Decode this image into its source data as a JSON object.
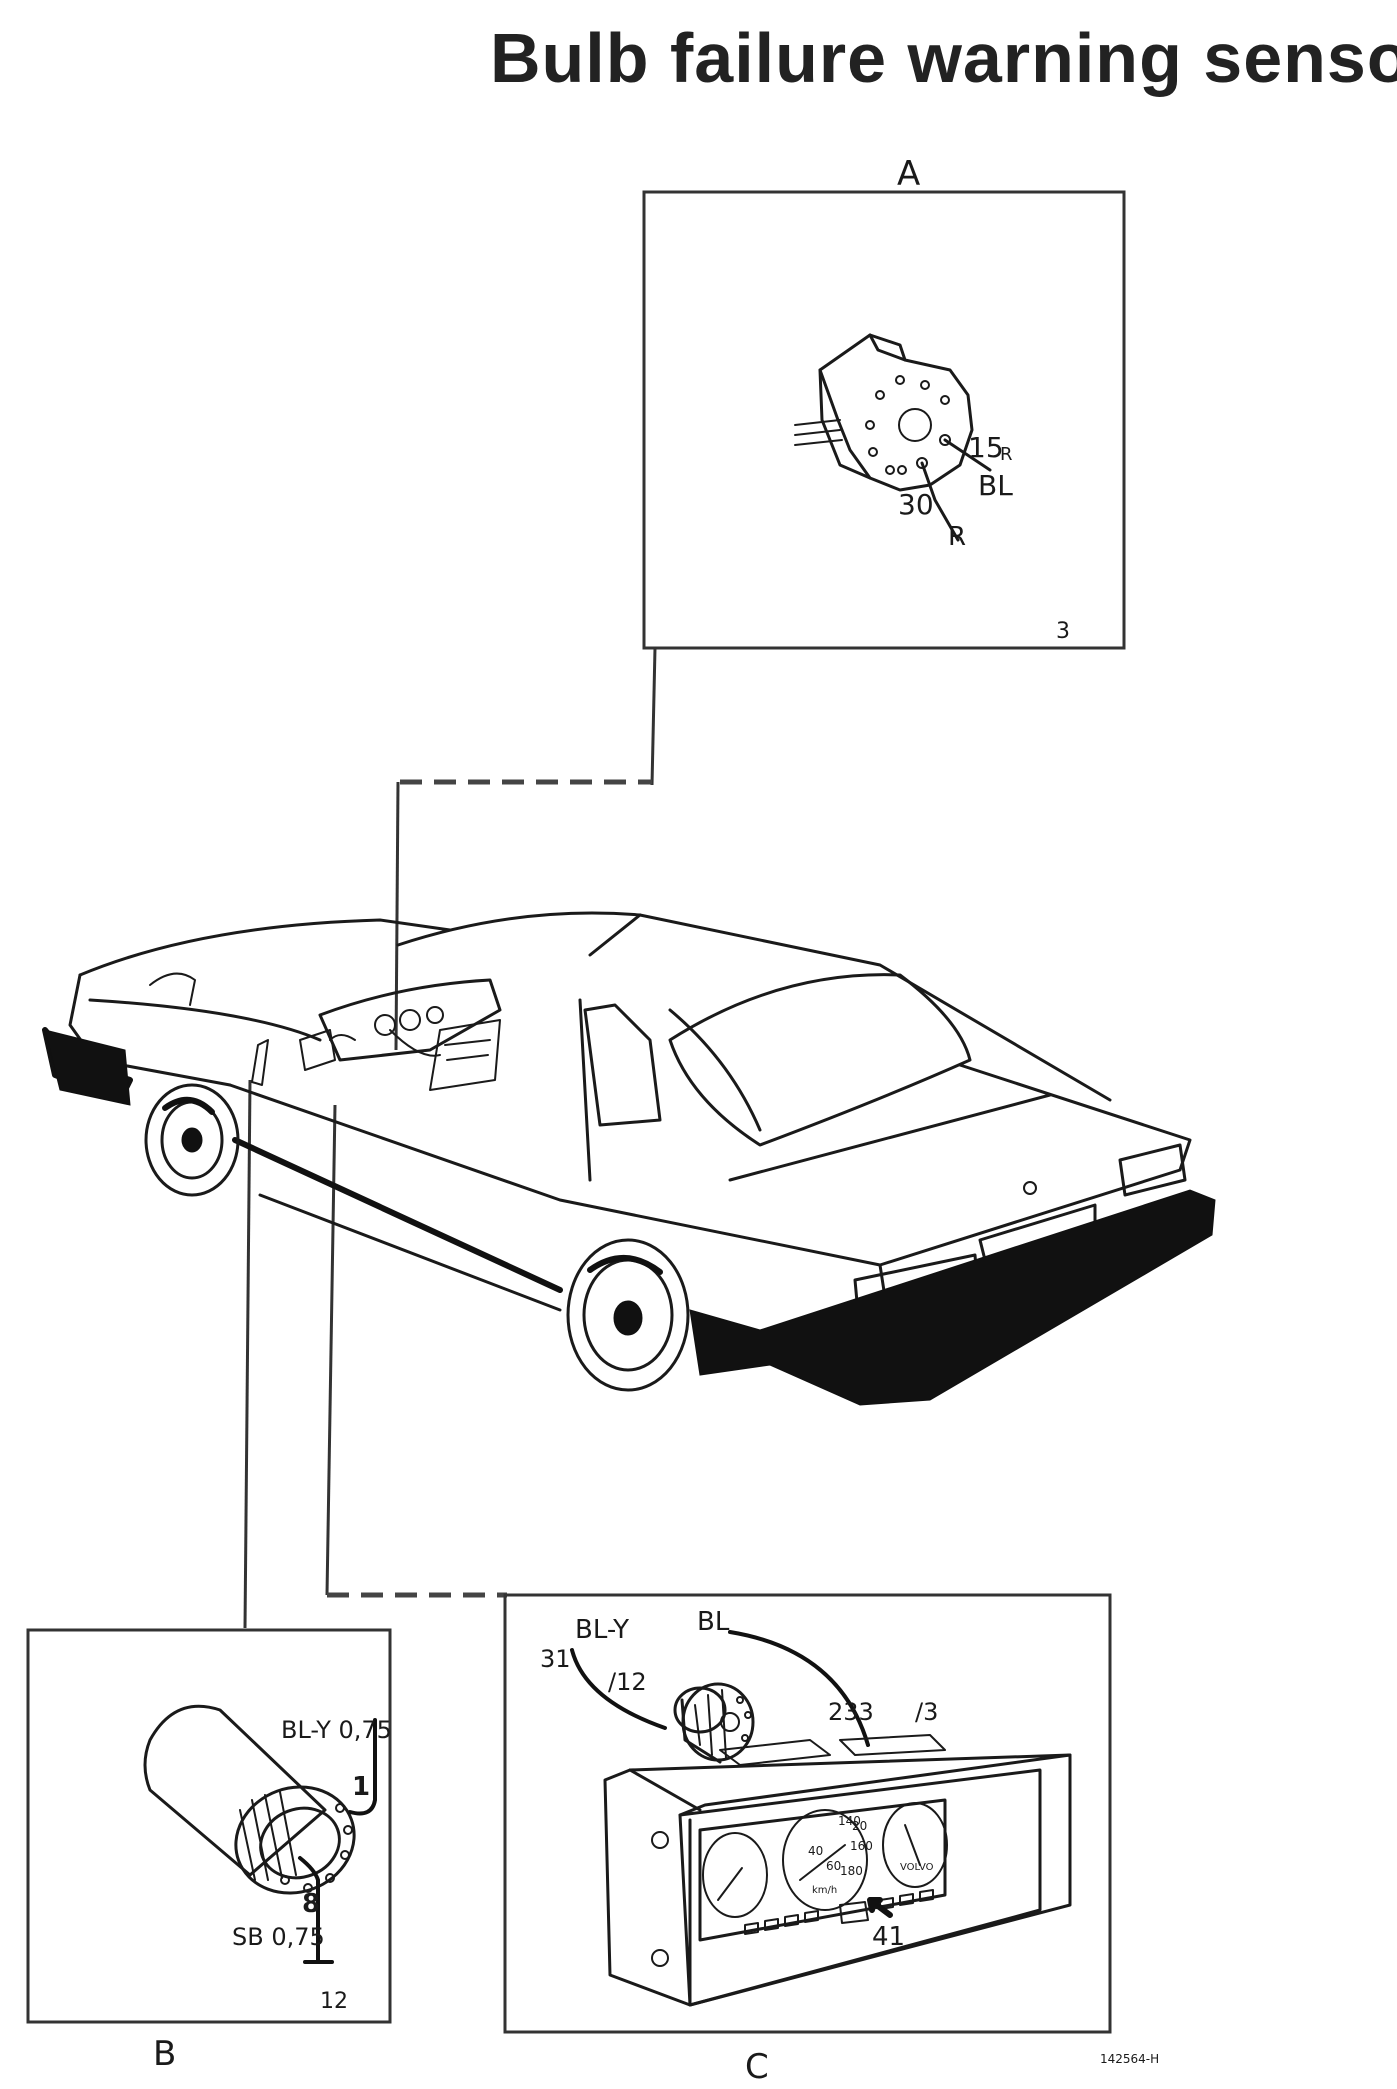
{
  "title": "Bulb failure warning sensor",
  "panel_a": {
    "label": "A",
    "pins": {
      "p15": "15",
      "p15_color": "R",
      "p15_wire": "BL",
      "p30": "30",
      "p30_wire": "R"
    },
    "corner": "3"
  },
  "panel_b": {
    "label": "B",
    "wire_top": "BL-Y 0,75",
    "pin_1": "1",
    "pin_8": "8",
    "wire_bottom": "SB 0,75",
    "corner": "12"
  },
  "panel_c": {
    "label": "C",
    "wire_bly": "BL-Y",
    "wire_bl": "BL",
    "ref_31": "31",
    "ref_12": "/12",
    "ref_233": "233",
    "ref_3": "/3",
    "ref_41": "41",
    "speedo": [
      "20",
      "40",
      "60",
      "140",
      "160",
      "180"
    ],
    "gauge_unit": "km/h",
    "brand": "VOLVO"
  },
  "figure_ref": "142564-H"
}
